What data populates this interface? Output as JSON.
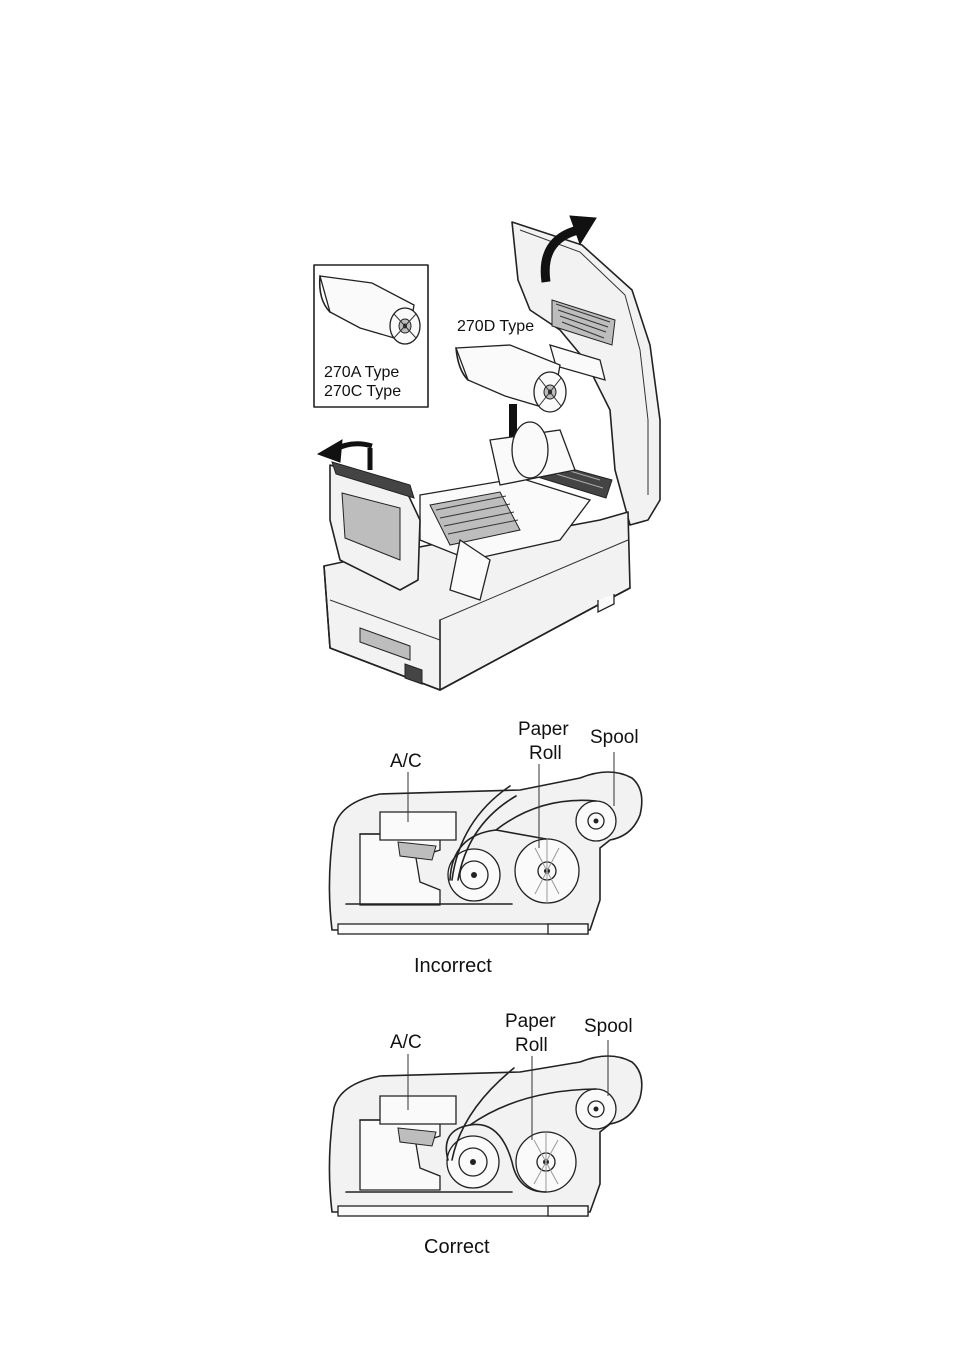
{
  "labels": {
    "type_a_c_line1": "270A Type",
    "type_a_c_line2": "270C Type",
    "type_d": "270D Type",
    "ac_top": "A/C",
    "paper_top_1": "Paper",
    "paper_top_2": "Roll",
    "spool_top": "Spool",
    "caption_incorrect": "Incorrect",
    "ac_bottom": "A/C",
    "paper_bottom_1": "Paper",
    "paper_bottom_2": "Roll",
    "spool_bottom": "Spool",
    "caption_correct": "Correct"
  }
}
